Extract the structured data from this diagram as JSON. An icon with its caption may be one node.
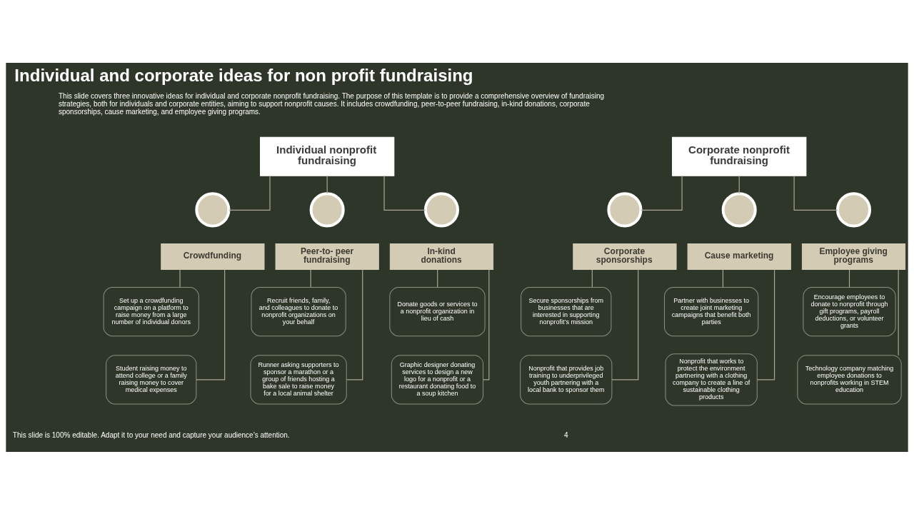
{
  "diagram": {
    "title": "Individual and corporate ideas for non profit fundraising",
    "nodes": [
      {
        "text": [
          "Individual nonprofit fundraising"
        ]
      },
      {
        "text": [
          "Corporate nonprofit fundraising"
        ]
      },
      {
        "text": [],
        "shape": "circle"
      },
      {
        "text": [],
        "shape": "circle"
      },
      {
        "text": [],
        "shape": "circle"
      },
      {
        "text": [],
        "shape": "circle"
      },
      {
        "text": [],
        "shape": "circle"
      },
      {
        "text": [],
        "shape": "circle"
      },
      {
        "text": [
          "Crowdfunding"
        ]
      },
      {
        "text": [
          "Peer-to- peer fundraising"
        ]
      },
      {
        "text": [
          "In-kind donations"
        ]
      },
      {
        "text": [
          "Corporate sponsorships"
        ]
      },
      {
        "text": [
          "Cause marketing"
        ]
      },
      {
        "text": [
          "Employee giving programs"
        ]
      },
      {
        "text": [
          "Set up a crowdfunding campaign on a platform to raise money from a large number of individual donors"
        ]
      },
      {
        "text": [
          "Recruit friends, family, and colleagues to donate to nonprofit organizations on your behalf"
        ]
      },
      {
        "text": [
          "Donate goods or services to a nonprofit organization in lieu of cash"
        ]
      },
      {
        "text": [
          "Secure sponsorships from businesses that are interested in supporting nonprofit’s mission"
        ]
      },
      {
        "text": [
          "Partner with businesses to create joint marketing campaigns that benefit both parties"
        ]
      },
      {
        "text": [
          "Encourage employees to donate to nonprofit through gift programs, payroll deductions, or volunteer grants"
        ]
      },
      {
        "text": [
          "Student raising money to attend college or a family raising money to cover medical expenses"
        ]
      },
      {
        "text": [
          "Runner asking supporters to sponsor a marathon or a group of friends hosting a bake sale to raise money for a local animal shelter"
        ]
      },
      {
        "text": [
          "Graphic designer donating services to design a new logo for a nonprofit or a restaurant donating food to a soup kitchen"
        ]
      },
      {
        "text": [
          "Nonprofit that provides job training to underprivileged youth partnering with a local bank to sponsor them"
        ]
      },
      {
        "text": [
          "Nonprofit that works to protect the environment partnering with a clothing company to create a line of sustainable clothing products"
        ]
      },
      {
        "text": [
          "Technology company matching employee donations to nonprofits working in STEM education"
        ]
      }
    ],
    "edges": [
      {
        "from": 0,
        "to": 2,
        "arrow": "none"
      },
      {
        "from": 0,
        "to": 3,
        "arrow": "none"
      },
      {
        "from": 0,
        "to": 4,
        "arrow": "none"
      },
      {
        "from": 1,
        "to": 5,
        "arrow": "none"
      },
      {
        "from": 1,
        "to": 6,
        "arrow": "none"
      },
      {
        "from": 1,
        "to": 7,
        "arrow": "none"
      },
      {
        "from": 8,
        "to": 14,
        "arrow": "none"
      },
      {
        "from": 8,
        "to": 20,
        "arrow": "none"
      },
      {
        "from": 9,
        "to": 15,
        "arrow": "none"
      },
      {
        "from": 9,
        "to": 21,
        "arrow": "none"
      },
      {
        "from": 10,
        "to": 16,
        "arrow": "none"
      },
      {
        "from": 10,
        "to": 22,
        "arrow": "none"
      },
      {
        "from": 11,
        "to": 17,
        "arrow": "none"
      },
      {
        "from": 11,
        "to": 23,
        "arrow": "none"
      },
      {
        "from": 12,
        "to": 18,
        "arrow": "none"
      },
      {
        "from": 12,
        "to": 24,
        "arrow": "none"
      },
      {
        "from": 13,
        "to": 19,
        "arrow": "none"
      },
      {
        "from": 13,
        "to": 25,
        "arrow": "none"
      }
    ],
    "labels": [
      "This slide covers three innovative ideas for individual and corporate nonprofit fundraising. The purpose of this template is to provide a comprehensive overview of fundraising strategies, both for individuals and corporate entities, aiming to support nonprofit causes. It includes crowdfunding, peer-to-peer fundraising, in-kind donations, corporate sponsorships, cause marketing, and employee giving programs.",
      "This slide is 100% editable. Adapt it to your need and capture your audience’s attention.",
      "4"
    ]
  }
}
